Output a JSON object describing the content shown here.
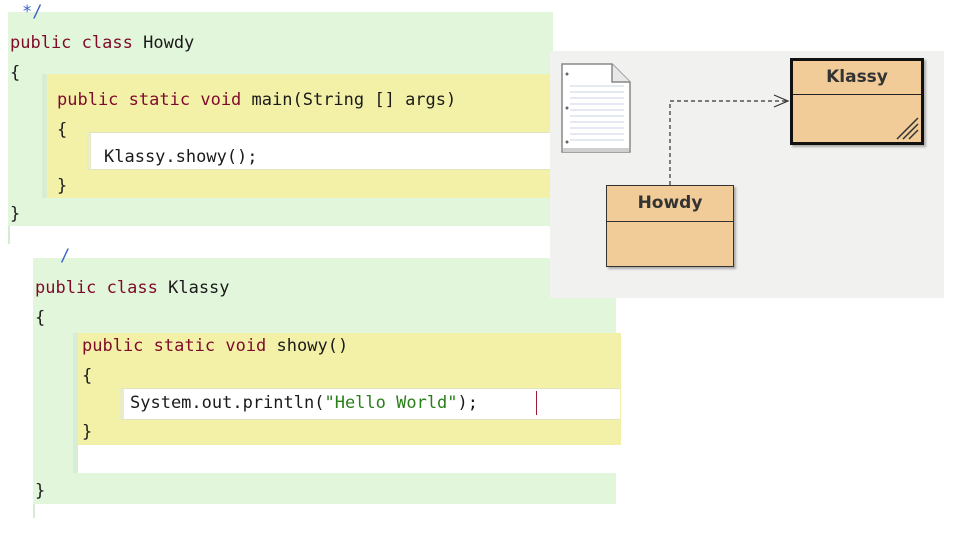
{
  "howdy_code": {
    "comment_end": "*/",
    "kw_public": "public",
    "kw_class": "class",
    "class_name": "Howdy",
    "open_brace": "{",
    "method_kw_public": "public",
    "method_kw_static": "static",
    "method_kw_void": "void",
    "method_sig": "main(String [] args)",
    "method_open": "{",
    "statement": "Klassy.showy();",
    "method_close": "}",
    "close_brace": "}"
  },
  "klassy_code": {
    "comment_end": "/",
    "kw_public": "public",
    "kw_class": "class",
    "class_name": "Klassy",
    "open_brace": "{",
    "method_kw_public": "public",
    "method_kw_static": "static",
    "method_kw_void": "void",
    "method_sig": "showy()",
    "method_open": "{",
    "stmt_prefix": "System.out.println(",
    "stmt_string": "\"Hello World\"",
    "stmt_suffix": ");",
    "method_close": "}",
    "close_brace": "}"
  },
  "uml": {
    "supplier_class": "Klassy",
    "client_class": "Howdy",
    "relationship": "dependency",
    "note_icon": "document-note-icon"
  },
  "colors": {
    "class_body_bg": "#e2f6dc",
    "method_body_bg": "#f3f1a8",
    "keyword": "#7f0a2a",
    "string_literal": "#2a7f1a",
    "uml_class_fill": "#f1cc98"
  }
}
